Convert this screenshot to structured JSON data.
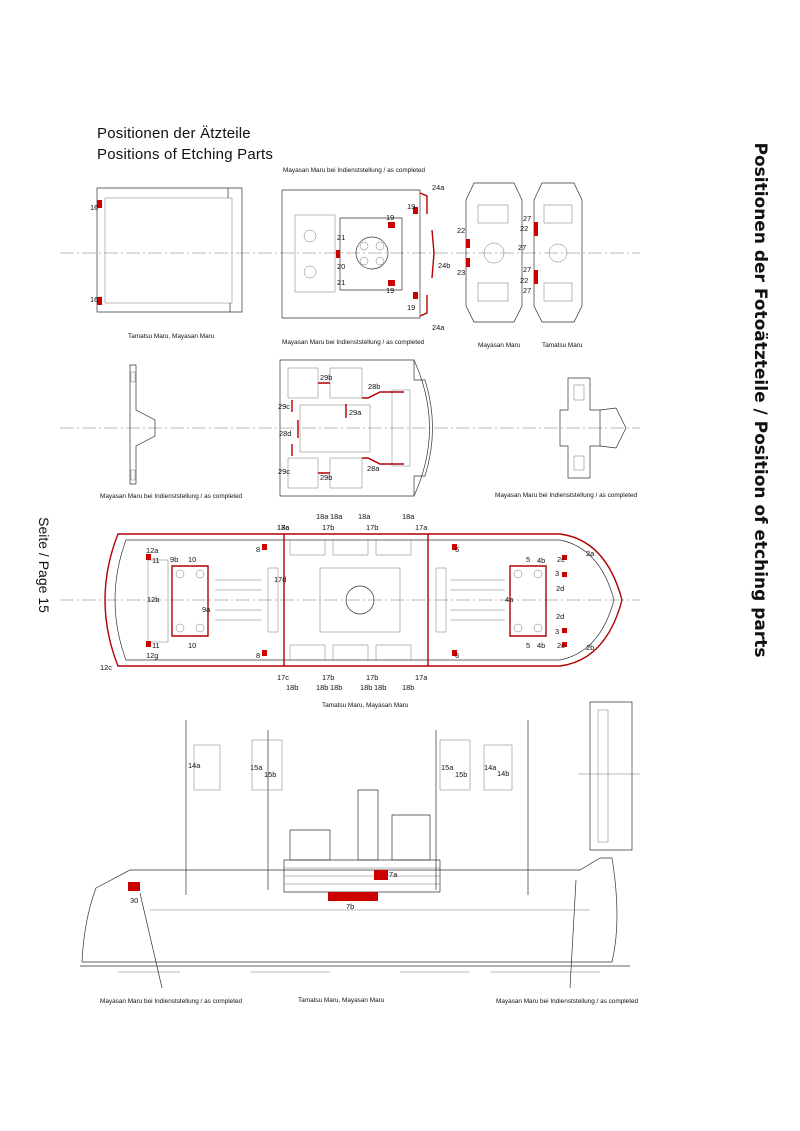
{
  "title": {
    "de": "Positionen der Ätzteile",
    "en": "Positions of Etching Parts"
  },
  "side_title": "Positionen der Fotoätzteile / Position of etching parts",
  "page_label": "Seite / Page 15",
  "captions": {
    "cap_a": "Tamatsu Maru, Mayasan Maru",
    "cap_b": "Mayasan Maru bei Indienststellung / as completed",
    "cap_c": "Mayasan Maru bei Indienststellung / as completed",
    "cap_d": "Mayasan Maru",
    "cap_e": "Tamatsu Maru",
    "cap_f": "Mayasan Maru bei Indienststellung / as completed",
    "cap_g": "Mayasan Maru bei Indienststellung / as completed",
    "cap_h": "Tamatsu Maru, Mayasan Maru",
    "cap_i": "Mayasan Maru bei Indienststellung / as completed",
    "cap_j": "Tamatsu Maru, Mayasan Maru",
    "cap_k": "Mayasan Maru bei Indienststellung / as completed"
  },
  "labels": {
    "p16a": "16",
    "p16b": "16",
    "p24a1": "24a",
    "p24b": "24b",
    "p24a2": "24a",
    "p19a": "19",
    "p19b": "19",
    "p19c": "19",
    "p19d": "19",
    "p21a": "21",
    "p20": "20",
    "p21b": "21",
    "p22a": "22",
    "p23": "23",
    "p27a": "27",
    "p22b": "22",
    "p27b": "27",
    "p27c": "27",
    "p22c": "22",
    "p27d": "27",
    "p29b1": "29b",
    "p28b": "28b",
    "p29c1": "29c",
    "p29a": "29a",
    "p28d": "28d",
    "p29c2": "29c",
    "p28a": "28a",
    "p29b2": "29b",
    "t18a1": "18a",
    "t18a2": "18a",
    "t18a3": "18a",
    "t18a4": "18a",
    "t18a5": "18a",
    "t17c1": "17c",
    "t17b1": "17b",
    "t17b2": "17b",
    "t17a1": "17a",
    "h12a": "12a",
    "h11a": "11",
    "h9b": "9b",
    "h10a": "10",
    "h8a": "8",
    "h12b": "12b",
    "h9a": "9a",
    "h17d": "17d",
    "h10b": "10",
    "h11b": "11",
    "h12g": "12g",
    "h8b": "8",
    "h12c": "12c",
    "h6a": "6",
    "h5a": "5",
    "h4b1": "4b",
    "h2c1": "2c",
    "h2a": "2a",
    "h3a": "3",
    "h2d1": "2d",
    "h4a": "4a",
    "h2d2": "2d",
    "h3b": "3",
    "h5b": "5",
    "h4b2": "4b",
    "h2c2": "2c",
    "h2b": "2b",
    "h6b": "6",
    "b17c": "17c",
    "b18b1": "18b",
    "b17b1": "17b",
    "b18b2": "18b",
    "b18b3": "18b",
    "b17b2": "17b",
    "b18b4": "18b",
    "b18b5": "18b",
    "b17a": "17a",
    "b18b6": "18b",
    "e14a1": "14a",
    "e15a1": "15a",
    "e15b1": "15b",
    "e15a2": "15a",
    "e15b2": "15b",
    "e14a2": "14a",
    "e14b": "14b",
    "e7a": "7a",
    "e7b": "7b",
    "e30": "30"
  },
  "colors": {
    "accent_red": "#cc0000",
    "line": "#333333",
    "background": "#ffffff"
  }
}
